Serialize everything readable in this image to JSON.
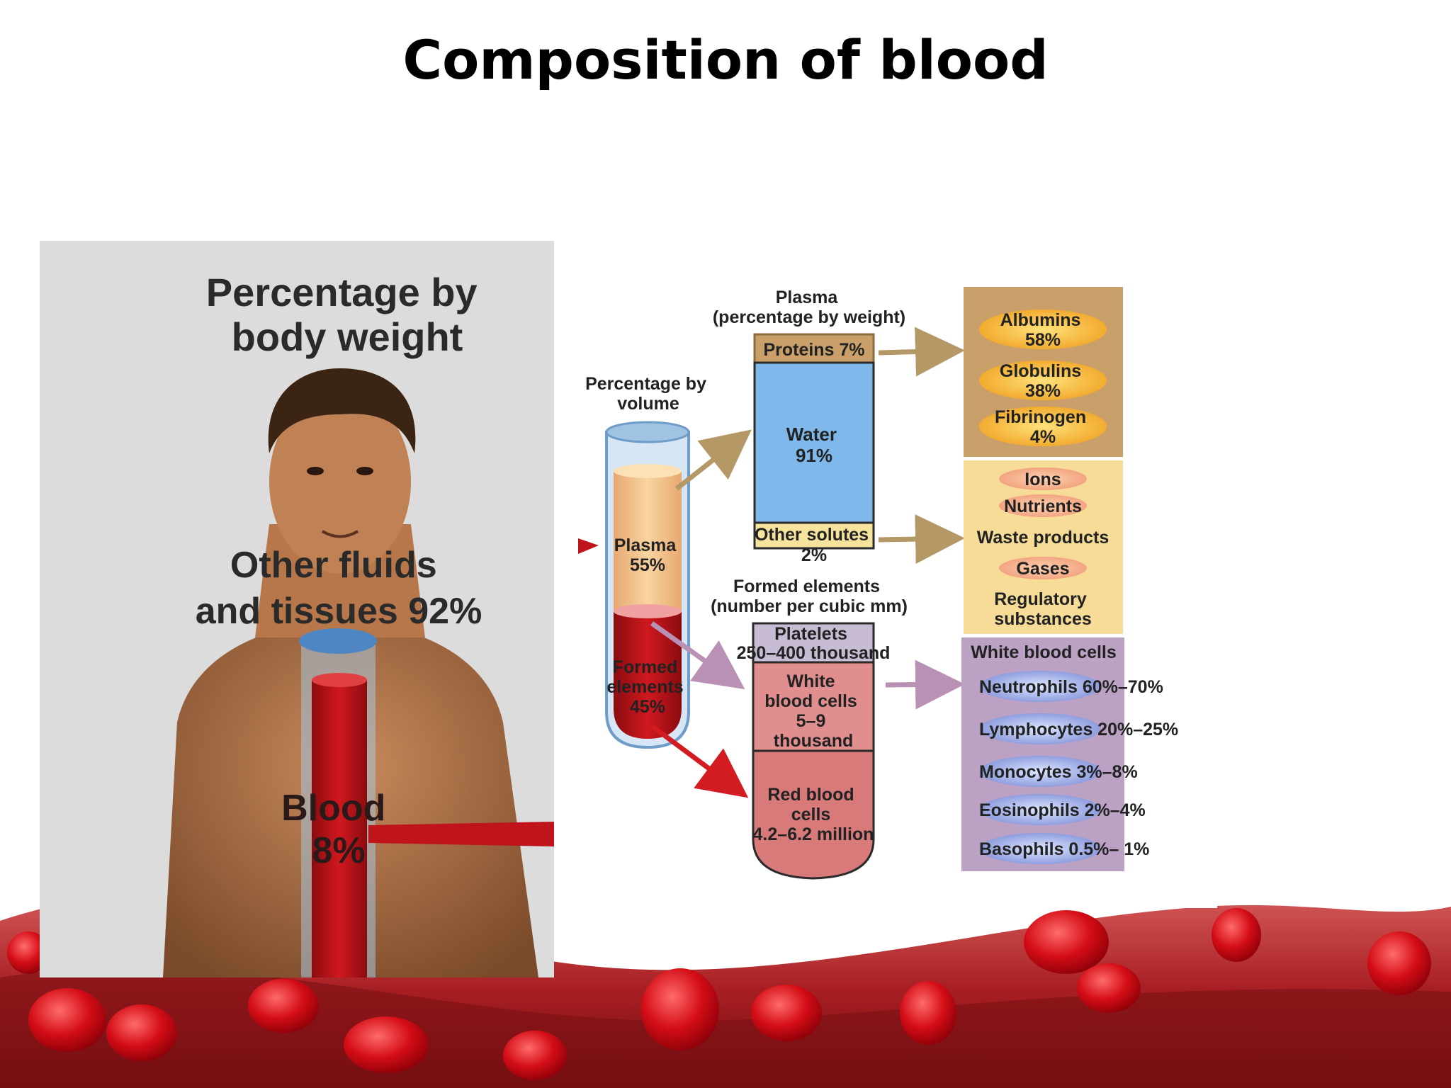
{
  "title": "Composition of blood",
  "left_panel": {
    "heading": [
      "Percentage by",
      "body weight"
    ],
    "fluids_label": [
      "Other fluids",
      "and tissues 92%"
    ],
    "blood_label": [
      "Blood",
      "8%"
    ]
  },
  "tube": {
    "heading": [
      "Percentage by",
      "volume"
    ],
    "plasma_label": [
      "Plasma",
      "55%"
    ],
    "formed_label": [
      "Formed",
      "elements",
      "45%"
    ]
  },
  "plasma_column": {
    "heading": [
      "Plasma",
      "(percentage by weight)"
    ],
    "proteins": "Proteins 7%",
    "water": [
      "Water",
      "91%"
    ],
    "other_solutes": [
      "Other solutes",
      "2%"
    ]
  },
  "proteins_box": {
    "albumins": [
      "Albumins",
      "58%"
    ],
    "globulins": [
      "Globulins",
      "38%"
    ],
    "fibrinogen": [
      "Fibrinogen",
      "4%"
    ]
  },
  "solutes_box": {
    "ions": "Ions",
    "nutrients": "Nutrients",
    "waste": "Waste products",
    "gases": "Gases",
    "regulatory": [
      "Regulatory",
      "substances"
    ]
  },
  "formed_column": {
    "heading": [
      "Formed elements",
      "(number per cubic mm)"
    ],
    "platelets": [
      "Platelets",
      "250–400 thousand"
    ],
    "wbc": [
      "White",
      "blood cells",
      "5–9",
      "thousand"
    ],
    "rbc": [
      "Red blood",
      "cells",
      "4.2–6.2 million"
    ]
  },
  "wbc_box": {
    "heading": "White blood cells",
    "items": [
      "Neutrophils 60%–70%",
      "Lymphocytes 20%–25%",
      "Monocytes 3%–8%",
      "Eosinophils 2%–4%",
      "Basophils 0.5%– 1%"
    ]
  },
  "colors": {
    "blood_red": "#c0141c",
    "plasma_yellow": "#f2c98a",
    "water_blue": "#7fb8ea",
    "proteins_tan": "#c9a06a",
    "solutes_box": "#f6dc96",
    "wbc_box": "#bba2c4"
  }
}
